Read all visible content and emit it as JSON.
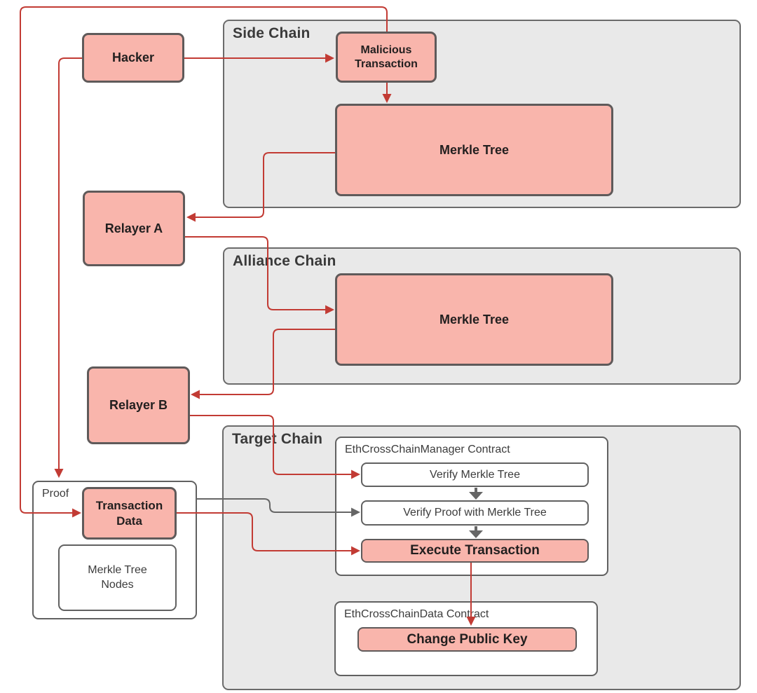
{
  "diagram": {
    "containers": {
      "side_chain": {
        "title": "Side Chain"
      },
      "alliance_chain": {
        "title": "Alliance Chain"
      },
      "target_chain": {
        "title": "Target Chain"
      }
    },
    "groups": {
      "proof": {
        "label": "Proof"
      },
      "manager_contract": {
        "label": "EthCrossChainManager Contract"
      },
      "data_contract": {
        "label": "EthCrossChainData Contract"
      }
    },
    "nodes": {
      "hacker": {
        "label": "Hacker"
      },
      "malicious_transaction": {
        "label": "Malicious Transaction"
      },
      "side_merkle_tree": {
        "label": "Merkle Tree"
      },
      "relayer_a": {
        "label": "Relayer A"
      },
      "alliance_merkle_tree": {
        "label": "Merkle Tree"
      },
      "relayer_b": {
        "label": "Relayer B"
      },
      "transaction_data": {
        "label": "Transaction Data"
      },
      "merkle_tree_nodes": {
        "label": "Merkle Tree Nodes"
      },
      "verify_merkle_tree": {
        "label": "Verify Merkle Tree"
      },
      "verify_proof": {
        "label": "Verify Proof with Merkle Tree"
      },
      "execute_transaction": {
        "label": "Execute Transaction"
      },
      "change_public_key": {
        "label": "Change Public Key"
      }
    },
    "edges": [
      {
        "id": "malicious-transaction-to-transaction-data",
        "from": "malicious_transaction",
        "to": "transaction_data",
        "color": "red"
      },
      {
        "id": "hacker-to-proof",
        "from": "hacker",
        "to": "proof",
        "color": "red"
      },
      {
        "id": "hacker-to-malicious-transaction",
        "from": "hacker",
        "to": "malicious_transaction",
        "color": "red"
      },
      {
        "id": "malicious-transaction-to-side-merkle-tree",
        "from": "malicious_transaction",
        "to": "side_merkle_tree",
        "color": "red"
      },
      {
        "id": "side-merkle-tree-to-relayer-a",
        "from": "side_merkle_tree",
        "to": "relayer_a",
        "color": "red"
      },
      {
        "id": "relayer-a-to-alliance-merkle-tree",
        "from": "relayer_a",
        "to": "alliance_merkle_tree",
        "color": "red"
      },
      {
        "id": "alliance-merkle-tree-to-relayer-b",
        "from": "alliance_merkle_tree",
        "to": "relayer_b",
        "color": "red"
      },
      {
        "id": "relayer-b-to-verify-merkle-tree",
        "from": "relayer_b",
        "to": "verify_merkle_tree",
        "color": "red"
      },
      {
        "id": "proof-to-verify-proof",
        "from": "proof",
        "to": "verify_proof",
        "color": "gray"
      },
      {
        "id": "transaction-data-to-execute-transaction",
        "from": "transaction_data",
        "to": "execute_transaction",
        "color": "red"
      },
      {
        "id": "verify-merkle-tree-to-verify-proof",
        "from": "verify_merkle_tree",
        "to": "verify_proof",
        "color": "gray"
      },
      {
        "id": "verify-proof-to-execute-transaction",
        "from": "verify_proof",
        "to": "execute_transaction",
        "color": "gray"
      },
      {
        "id": "execute-transaction-to-change-public-key",
        "from": "execute_transaction",
        "to": "change_public_key",
        "color": "red"
      }
    ],
    "colors": {
      "node_fill": "#f9b5ac",
      "node_border": "#5f5a5a",
      "node_text": "#221f1f",
      "container_fill": "#e9e9e9",
      "container_border": "#6b6b6b",
      "box_border": "#616161",
      "label_text": "#3c3c3c",
      "title_text": "#3a3a3a",
      "arrow_red": "#c23b34",
      "arrow_gray": "#666666"
    }
  }
}
